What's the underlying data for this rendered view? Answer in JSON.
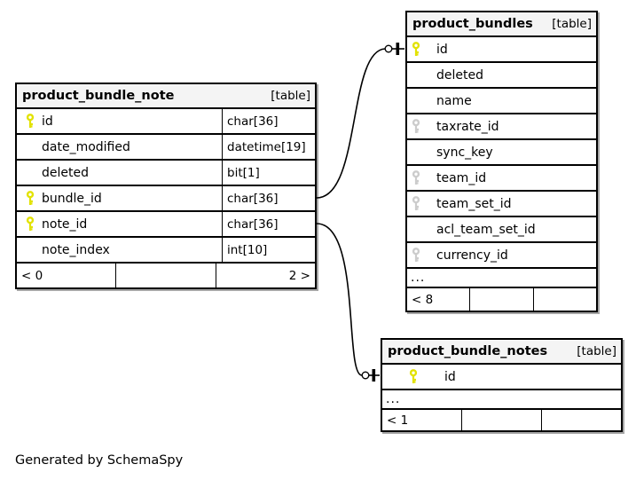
{
  "credit_text": "Generated by SchemaSpy",
  "ellipsis_text": "...",
  "colors": {
    "primary_key": "#e2e200",
    "foreign_key": "#cccccc",
    "header_bg": "#f4f4f4",
    "border": "#000000"
  },
  "tables": [
    {
      "title": "product_bundle_note",
      "badge": "[table]",
      "columns": [
        {
          "name": "id",
          "type": "char[36]",
          "key": "primary"
        },
        {
          "name": "date_modified",
          "type": "datetime[19]",
          "key": "none"
        },
        {
          "name": "deleted",
          "type": "bit[1]",
          "key": "none"
        },
        {
          "name": "bundle_id",
          "type": "char[36]",
          "key": "primary"
        },
        {
          "name": "note_id",
          "type": "char[36]",
          "key": "primary"
        },
        {
          "name": "note_index",
          "type": "int[10]",
          "key": "none"
        }
      ],
      "ellipsis": false,
      "footer": [
        "< 0",
        "",
        "2 >"
      ]
    },
    {
      "title": "product_bundles",
      "badge": "[table]",
      "columns": [
        {
          "name": "id",
          "key": "primary"
        },
        {
          "name": "deleted",
          "key": "none"
        },
        {
          "name": "name",
          "key": "none"
        },
        {
          "name": "taxrate_id",
          "key": "foreign"
        },
        {
          "name": "sync_key",
          "key": "none"
        },
        {
          "name": "team_id",
          "key": "foreign"
        },
        {
          "name": "team_set_id",
          "key": "foreign"
        },
        {
          "name": "acl_team_set_id",
          "key": "none"
        },
        {
          "name": "currency_id",
          "key": "foreign"
        }
      ],
      "ellipsis": true,
      "footer": [
        "< 8",
        "",
        ""
      ]
    },
    {
      "title": "product_bundle_notes",
      "badge": "[table]",
      "columns": [
        {
          "name": "id",
          "key": "primary"
        }
      ],
      "ellipsis": true,
      "footer": [
        "< 1",
        "",
        ""
      ]
    }
  ],
  "relationships": [
    {
      "from_table": "product_bundle_note",
      "from_column": "bundle_id",
      "to_table": "product_bundles"
    },
    {
      "from_table": "product_bundle_note",
      "from_column": "note_id",
      "to_table": "product_bundle_notes"
    }
  ]
}
